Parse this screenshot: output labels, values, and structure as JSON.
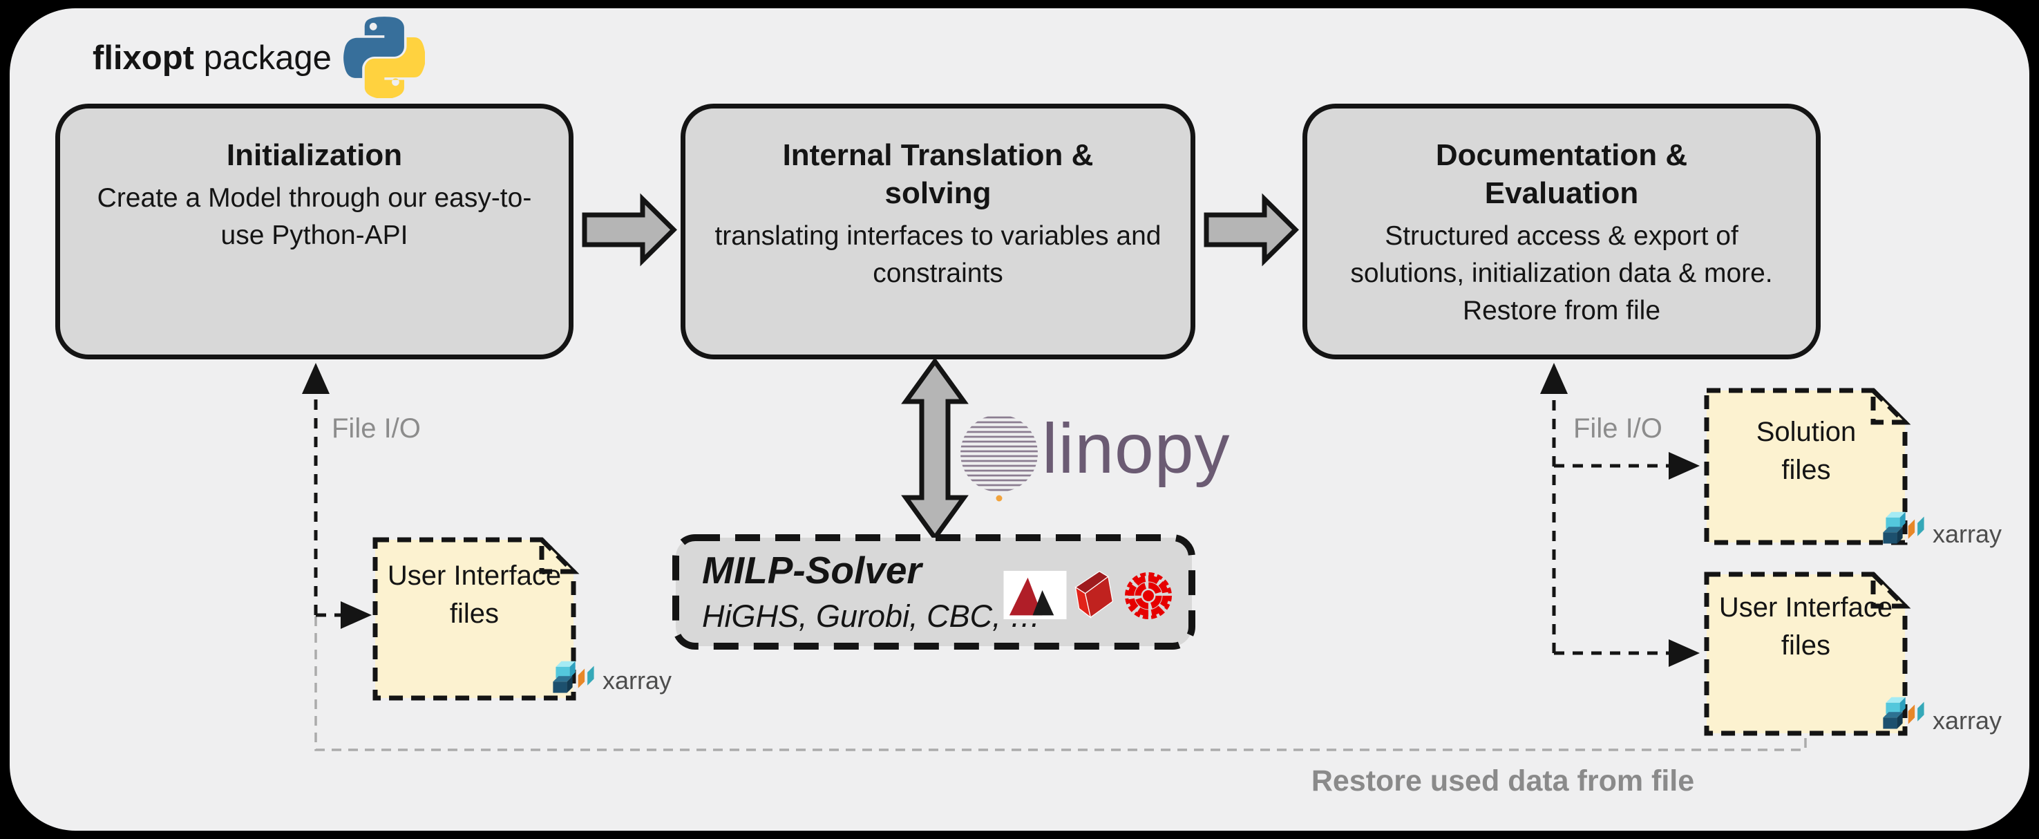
{
  "window": {
    "title_primary": "flixopt",
    "title_secondary": " package"
  },
  "stages": [
    {
      "title": "Initialization",
      "body": "Create a Model through our easy-to-use Python-API"
    },
    {
      "title": "Internal Translation & solving",
      "body": "translating interfaces to variables and constraints"
    },
    {
      "title": "Documentation & Evaluation",
      "body": "Structured access & export of solutions, initialization data & more. Restore from file"
    }
  ],
  "linopy": {
    "wordmark": "linopy"
  },
  "milp": {
    "title": "MILP-Solver",
    "solvers": "HiGHS, Gurobi, CBC, …"
  },
  "file_boxes": {
    "user_left": "User Interface files",
    "solution": "Solution files",
    "user_right": "User Interface files"
  },
  "labels": {
    "file_io_left": "File I/O",
    "file_io_right": "File I/O",
    "restore_note": "Restore used data from file"
  },
  "xarray_label": "xarray",
  "icons": {
    "python": "python-logo",
    "linopy_sphere": "linopy-sphere-logo",
    "highs": "highs-logo",
    "gurobi": "gurobi-logo",
    "cbc": "cbc-logo",
    "xarray": "xarray-cubes-logo"
  },
  "colors": {
    "outer_background": "#000000",
    "frame_background": "#efeff0",
    "stage_fill": "#d8d8d8",
    "stage_border": "#141414",
    "block_arrow_fill": "#b5b5b5",
    "file_box_fill": "#fcf2d0",
    "muted_label": "#8c8c8c",
    "linopy_purple": "#6b5b73",
    "linopy_dot_orange": "#f2a33c",
    "solver_red": "#b01e28",
    "cbc_red": "#e60000"
  }
}
